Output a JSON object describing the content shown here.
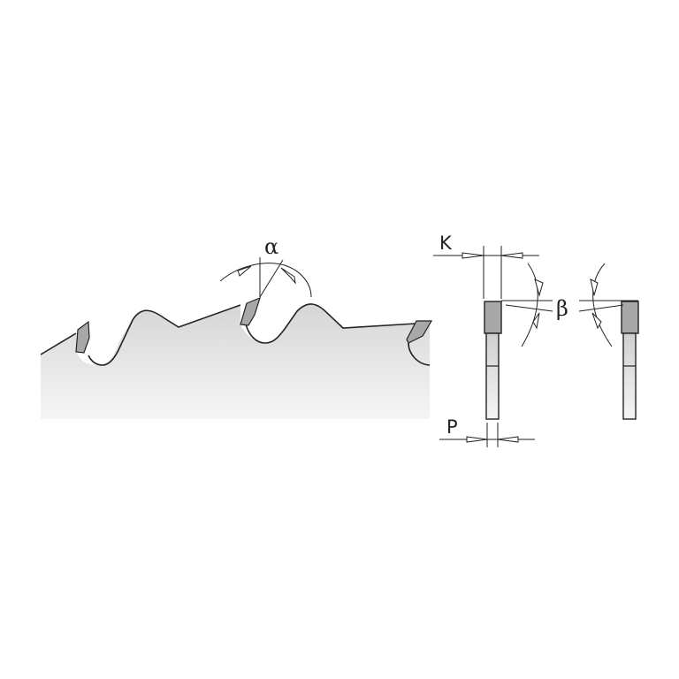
{
  "diagram": {
    "subject": "Saw blade tooth geometry",
    "labels": {
      "alpha": "α",
      "kerf": "K",
      "beta": "β",
      "plate": "P"
    },
    "colors": {
      "blade_fill_top": "#d9d9d9",
      "blade_fill_bottom": "#f4f4f4",
      "tip_fill": "#a8a8a8",
      "line": "#222222",
      "background": "#ffffff"
    }
  }
}
